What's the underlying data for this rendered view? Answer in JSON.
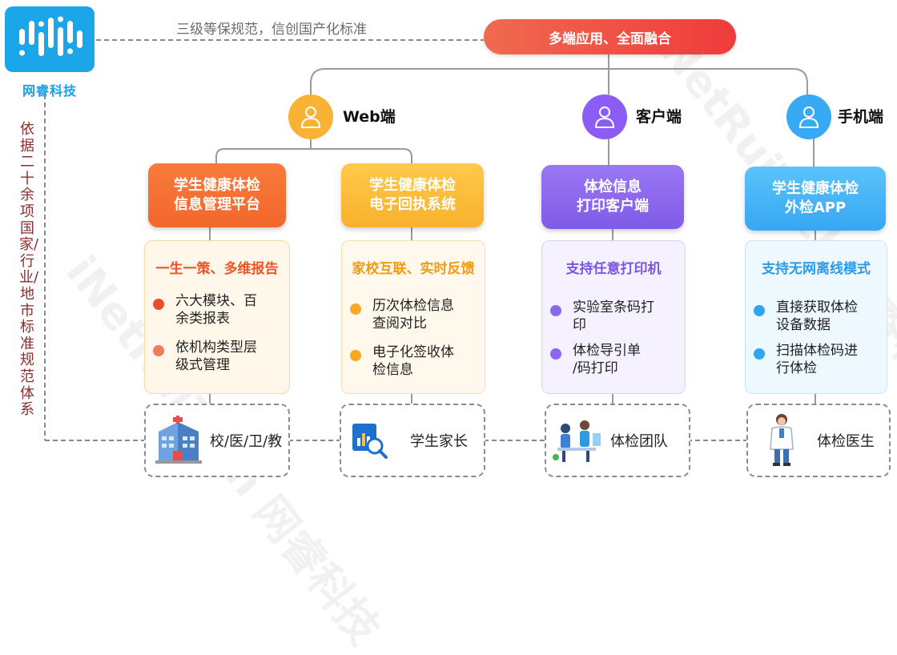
{
  "logo": {
    "text": "网睿科技"
  },
  "tagline": "三级等保规范，信创国产化标准",
  "side_text": "依据二十余项国家/行业/地市标准规范体系",
  "top": {
    "label": "多端应用、全面融合"
  },
  "platforms": [
    {
      "label": "Web端",
      "color": "#f9b233"
    },
    {
      "label": "客户端",
      "color": "#8b5cf6"
    },
    {
      "label": "手机端",
      "color": "#38a9f5"
    }
  ],
  "systems": [
    {
      "line1": "学生健康体检",
      "line2": "信息管理平台"
    },
    {
      "line1": "学生健康体检",
      "line2": "电子回执系统"
    },
    {
      "line1": "体检信息",
      "line2": "打印客户端"
    },
    {
      "line1": "学生健康体检",
      "line2": "外检APP"
    }
  ],
  "cards": [
    {
      "title": "一生一策、多维报告",
      "items": [
        {
          "l1": "六大模块、百",
          "l2": "余类报表"
        },
        {
          "l1": "依机构类型层",
          "l2": "级式管理"
        }
      ]
    },
    {
      "title": "家校互联、实时反馈",
      "items": [
        {
          "l1": "历次体检信息",
          "l2": "查阅对比"
        },
        {
          "l1": "电子化签收体",
          "l2": "检信息"
        }
      ]
    },
    {
      "title": "支持任意打印机",
      "items": [
        {
          "l1": "实验室条码打",
          "l2": "印"
        },
        {
          "l1": "体检导引单",
          "l2": "/码打印"
        }
      ]
    },
    {
      "title": "支持无网离线模式",
      "items": [
        {
          "l1": "直接获取体检",
          "l2": "设备数据"
        },
        {
          "l1": "扫描体检码进",
          "l2": "行体检"
        }
      ]
    }
  ],
  "users": [
    {
      "label": "校/医/卫/教",
      "icon": "building-icon"
    },
    {
      "label": "学生家长",
      "icon": "report-magnifier-icon"
    },
    {
      "label": "体检团队",
      "icon": "team-icon"
    },
    {
      "label": "体检医生",
      "icon": "doctor-icon"
    }
  ],
  "watermark": "iNetRuiTech 网睿科技"
}
